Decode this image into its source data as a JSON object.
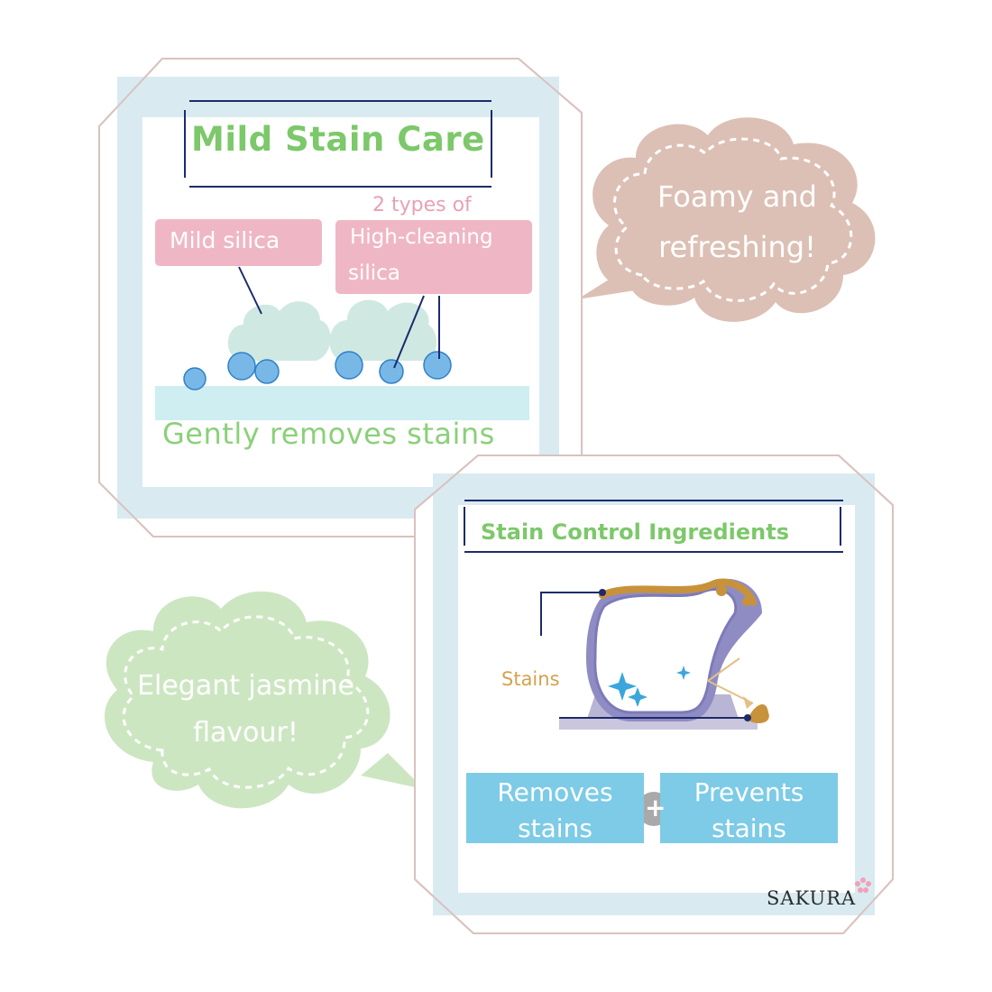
{
  "card1": {
    "title": "Mild Stain Care",
    "note": "2 types of",
    "label_mild": "Mild silica",
    "label_high_line1": "High-cleaning",
    "label_high_line2": "silica",
    "caption": "Gently removes stains"
  },
  "bubble_pink": {
    "line1": "Foamy and",
    "line2": "refreshing!",
    "color": "#dcc0b5"
  },
  "bubble_green": {
    "line1": "Elegant jasmine",
    "line2": "flavour!",
    "color": "#cde6c2"
  },
  "card2": {
    "title": "Stain Control Ingredients",
    "stains_label": "Stains",
    "btn_removes_line1": "Removes",
    "btn_removes_line2": "stains",
    "plus": "+",
    "btn_prevents_line1": "Prevents",
    "btn_prevents_line2": "stains"
  },
  "brand": "SAKURA",
  "colors": {
    "accent_green": "#7cc86a",
    "pink_label": "#efb7c6",
    "card_blue": "#d9ebf1",
    "button_blue": "#7dcbe6",
    "navy": "#1d2b6b"
  }
}
